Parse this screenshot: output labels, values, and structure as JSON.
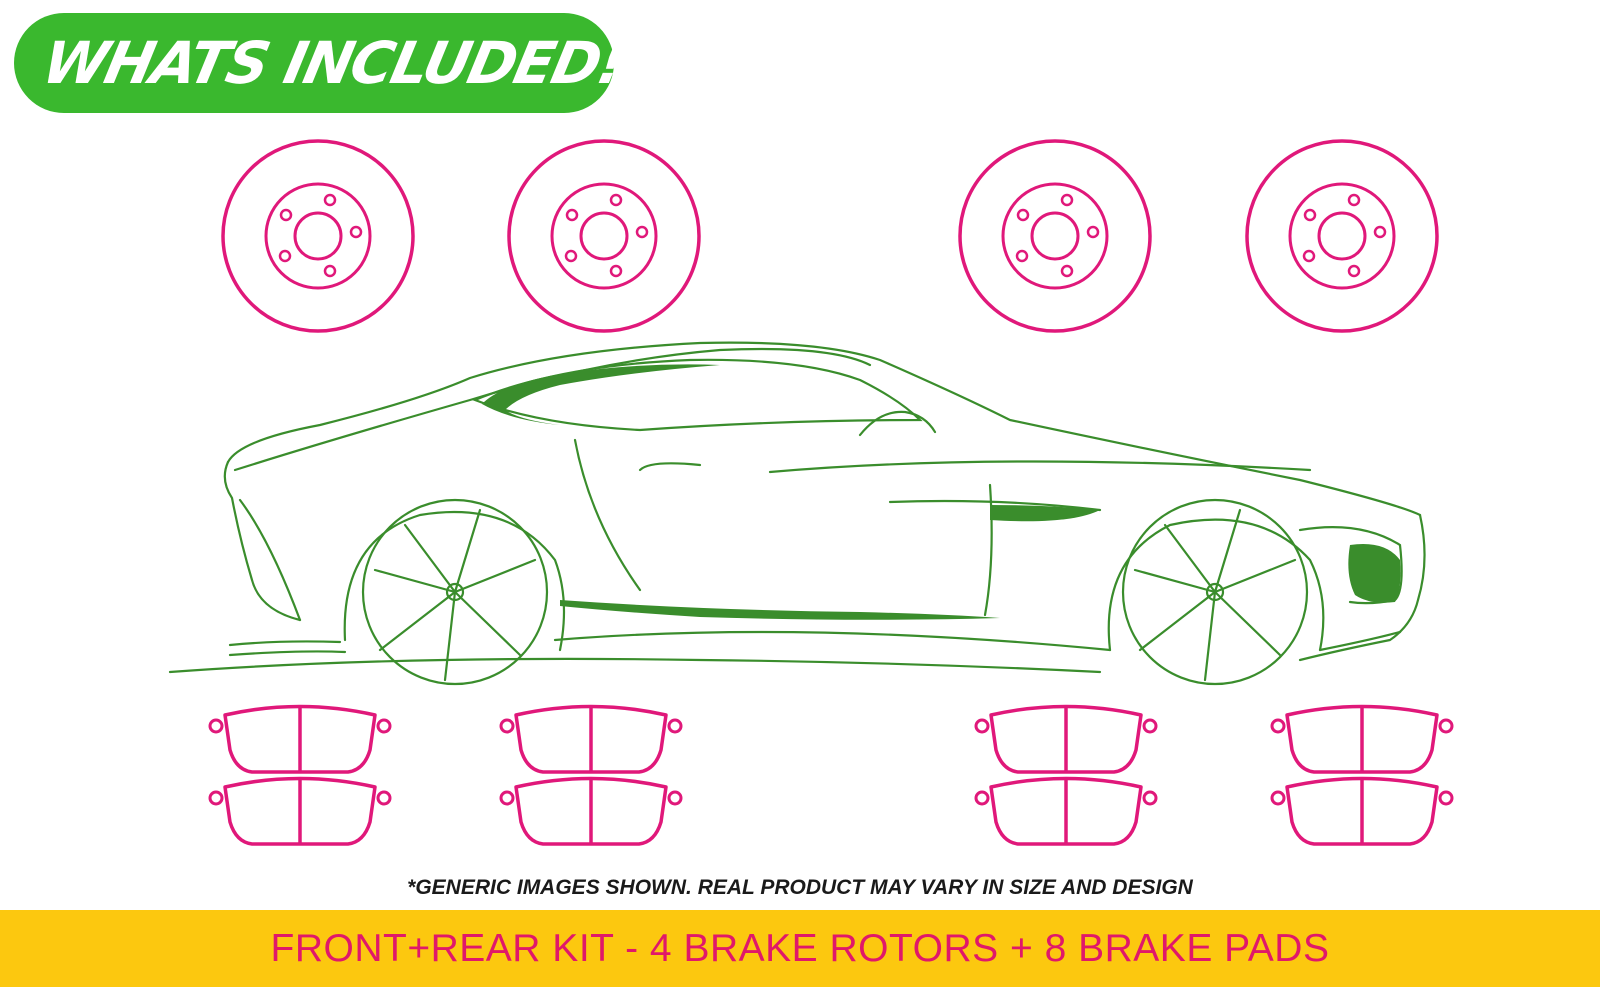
{
  "badge": {
    "label": "WHATS INCLUDED!!"
  },
  "disclaimer": "*GENERIC IMAGES SHOWN. REAL PRODUCT MAY VARY IN SIZE AND DESIGN",
  "banner": {
    "label": "FRONT+REAR KIT - 4 BRAKE ROTORS + 8 BRAKE PADS"
  },
  "colors": {
    "badge_green": "#3ab82e",
    "line_art_magenta": "#e0187a",
    "car_green": "#3a8d2c",
    "banner_yellow": "#fcc80f",
    "banner_text": "#e0186a"
  },
  "illustration": {
    "rotor_count": 4,
    "pad_count": 8,
    "icons": [
      "brake-rotor-icon",
      "brake-pad-icon",
      "sports-car-illustration"
    ]
  }
}
